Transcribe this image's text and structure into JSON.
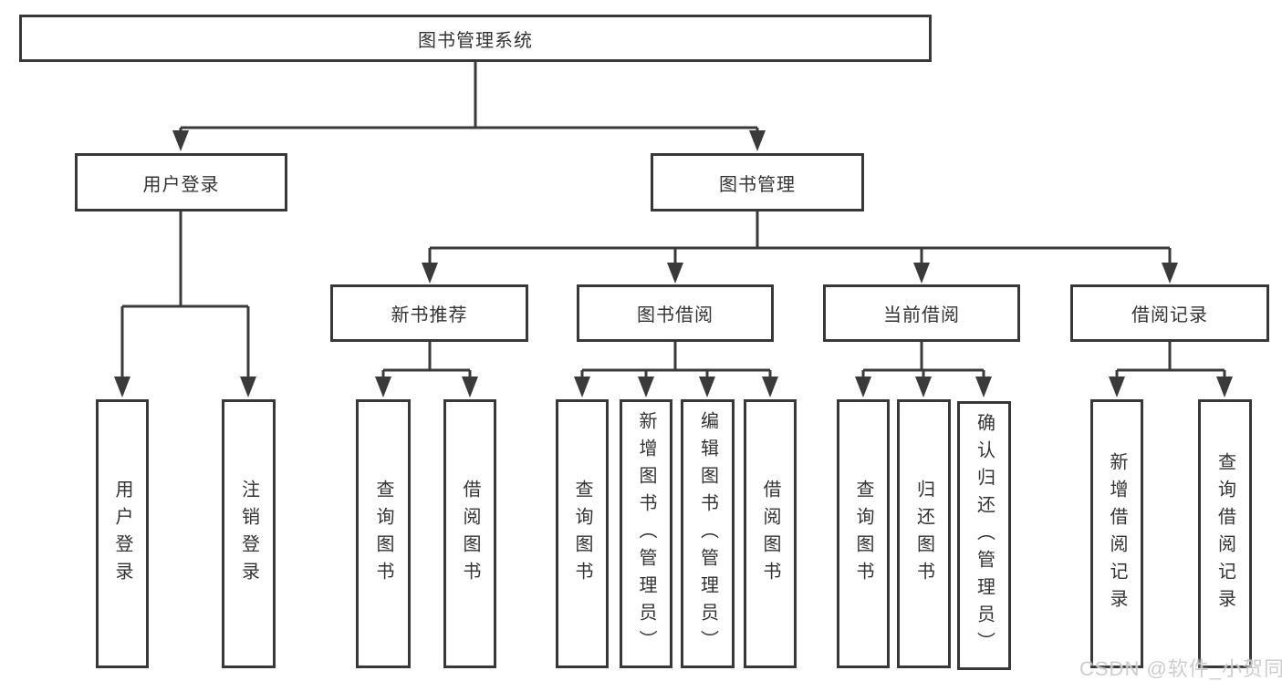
{
  "tree": {
    "root": {
      "label": "图书管理系统"
    },
    "level2": [
      {
        "label": "用户登录"
      },
      {
        "label": "图书管理"
      }
    ],
    "level3": [
      {
        "label": "新书推荐"
      },
      {
        "label": "图书借阅"
      },
      {
        "label": "当前借阅"
      },
      {
        "label": "借阅记录"
      }
    ],
    "level4": [
      {
        "label": "用户登录"
      },
      {
        "label": "注销登录"
      },
      {
        "label": "查询图书"
      },
      {
        "label": "借阅图书"
      },
      {
        "label": "查询图书"
      },
      {
        "label": "新增图书（管理员）"
      },
      {
        "label": "编辑图书（管理员）"
      },
      {
        "label": "借阅图书"
      },
      {
        "label": "查询图书"
      },
      {
        "label": "归还图书"
      },
      {
        "label": "确认归还（管理员）"
      },
      {
        "label": "新增借阅记录"
      },
      {
        "label": "查询借阅记录"
      }
    ]
  },
  "watermark": {
    "text": "CSDN @软件_小贺同学"
  },
  "colors": {
    "line": "#3a3a3a",
    "border": "#383838",
    "text": "#333333",
    "background": "#ffffff",
    "watermark": "#c9c9c9"
  }
}
